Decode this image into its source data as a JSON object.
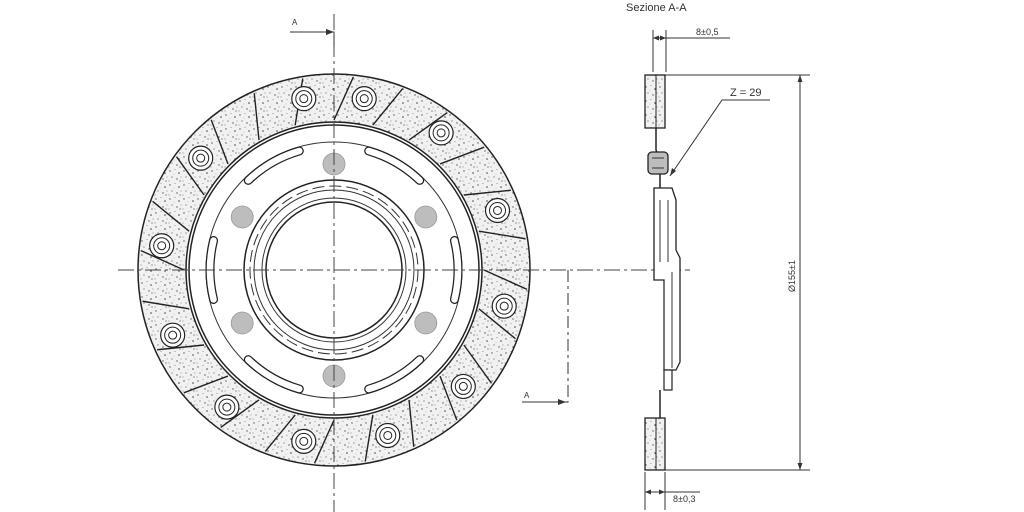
{
  "drawing": {
    "section_title": "Sezione A-A",
    "section_mark_top": "A",
    "section_mark_bottom": "A",
    "dim_thickness_top": "8±0,5",
    "dim_thickness_bottom": "8±0,3",
    "dim_diameter": "Ø155±1",
    "rivet_count_label": "Z = 29",
    "colors": {
      "line": "#222222",
      "friction_fill": "#efefef",
      "hole_fill": "#bdbdbd",
      "background": "#ffffff"
    }
  }
}
